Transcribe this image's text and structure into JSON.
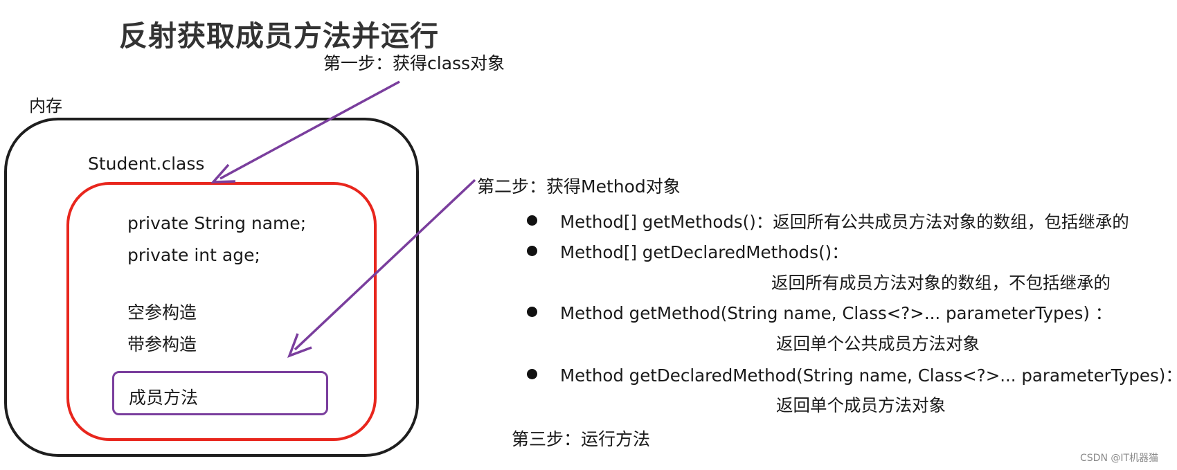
{
  "title": "反射获取成员方法并运行",
  "steps": {
    "step1": "第一步：获得class对象",
    "step2": "第二步：获得Method对象",
    "step3": "第三步：运行方法"
  },
  "memory": {
    "label": "内存",
    "class_name": "Student.class",
    "fields": [
      "private String name;",
      "private int age;"
    ],
    "constructors": [
      "空参构造",
      "带参构造"
    ],
    "methods_label": "成员方法"
  },
  "method_api": [
    {
      "signature": "Method[] getMethods()：返回所有公共成员方法对象的数组，包括继承的",
      "description": ""
    },
    {
      "signature": "Method[] getDeclaredMethods()：",
      "description": "返回所有成员方法对象的数组，不包括继承的"
    },
    {
      "signature": "Method getMethod(String name, Class<?>... parameterTypes) ：",
      "description": "返回单个公共成员方法对象"
    },
    {
      "signature": "Method getDeclaredMethod(String name, Class<?>... parameterTypes)：",
      "description": "返回单个成员方法对象"
    }
  ],
  "watermark": "CSDN @IT机器猫",
  "colors": {
    "memory_border": "#1e1e1e",
    "class_border": "#e8261d",
    "method_border": "#7a3e9d",
    "arrow": "#7a3e9d"
  }
}
